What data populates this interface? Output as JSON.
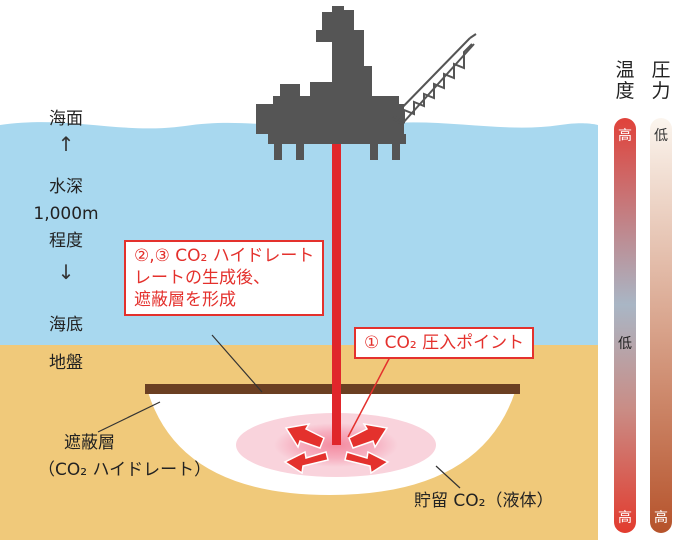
{
  "labels": {
    "sea_surface": "海面",
    "depth": [
      "水深",
      "1,000m",
      "程度"
    ],
    "seabed": "海底",
    "ground": "地盤",
    "seal_layer": [
      "遮蔽層",
      "（CO₂ ハイドレート）"
    ],
    "stored_co2": "貯留 CO₂（液体）"
  },
  "callouts": {
    "hydrate": [
      "②,③ CO₂ ハイドレート",
      "レートの生成後、",
      "遮蔽層を形成"
    ],
    "injection": "① CO₂ 圧入ポイント"
  },
  "bars": {
    "temperature": {
      "header": [
        "温",
        "度"
      ],
      "top": "高",
      "middle": "低",
      "bottom": "高"
    },
    "pressure": {
      "header": [
        "圧",
        "力"
      ],
      "top": "低",
      "bottom": "高"
    }
  },
  "colors": {
    "sea": "#a8d8ef",
    "ground": "#f0c97a",
    "seal": "#6b3f22",
    "storage": "#ffffff",
    "pipe": "#e0262b",
    "accent": "#e4312d",
    "platform": "#555555"
  }
}
